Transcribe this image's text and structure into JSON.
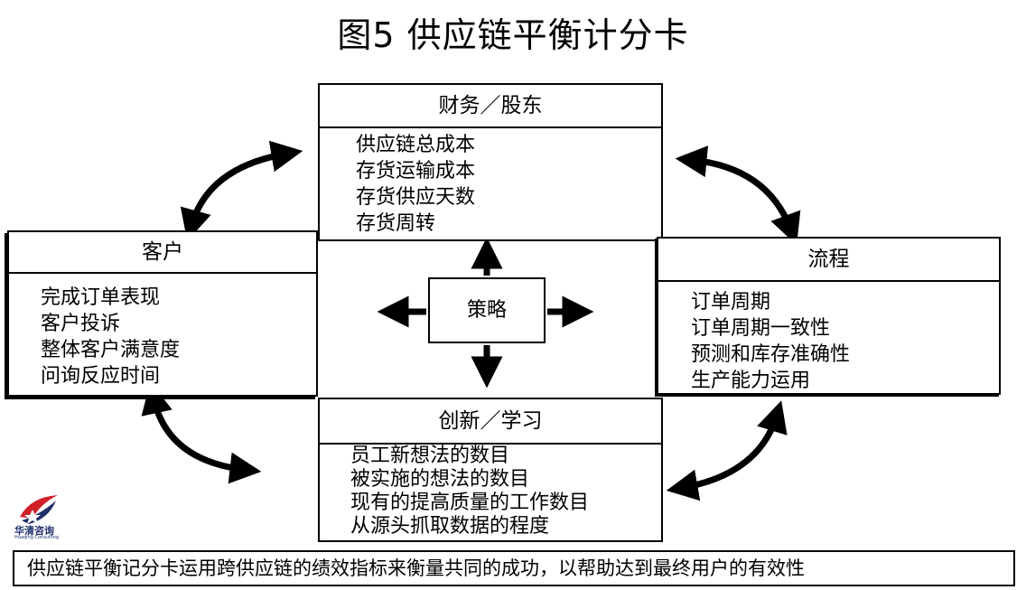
{
  "title": "图5  供应链平衡计分卡",
  "finance": {
    "header": "财务／股东",
    "items": [
      "供应链总成本",
      "存货运输成本",
      "存货供应天数",
      "存货周转"
    ]
  },
  "customer": {
    "header": "客户",
    "items": [
      "完成订单表现",
      "客户投诉",
      "整体客户满意度",
      "问询反应时间"
    ]
  },
  "process": {
    "header": "流程",
    "items": [
      "订单周期",
      "订单周期一致性",
      "预测和库存准确性",
      "生产能力运用"
    ]
  },
  "innovation": {
    "header": "创新／学习",
    "items": [
      "员工新想法的数目",
      "被实施的想法的数目",
      "现有的提高质量的工作数目",
      "从源头抓取数据的程度"
    ]
  },
  "strategy": "策略",
  "footer": "供应链平衡记分卡运用跨供应链的绩效指标来衡量共同的成功，以帮助达到最终用户的有效性",
  "logo": {
    "name": "华清咨询",
    "subtitle": "Huaqing Consulting"
  },
  "colors": {
    "logo_blue": "#1f2f6b",
    "logo_red": "#d0202a"
  }
}
